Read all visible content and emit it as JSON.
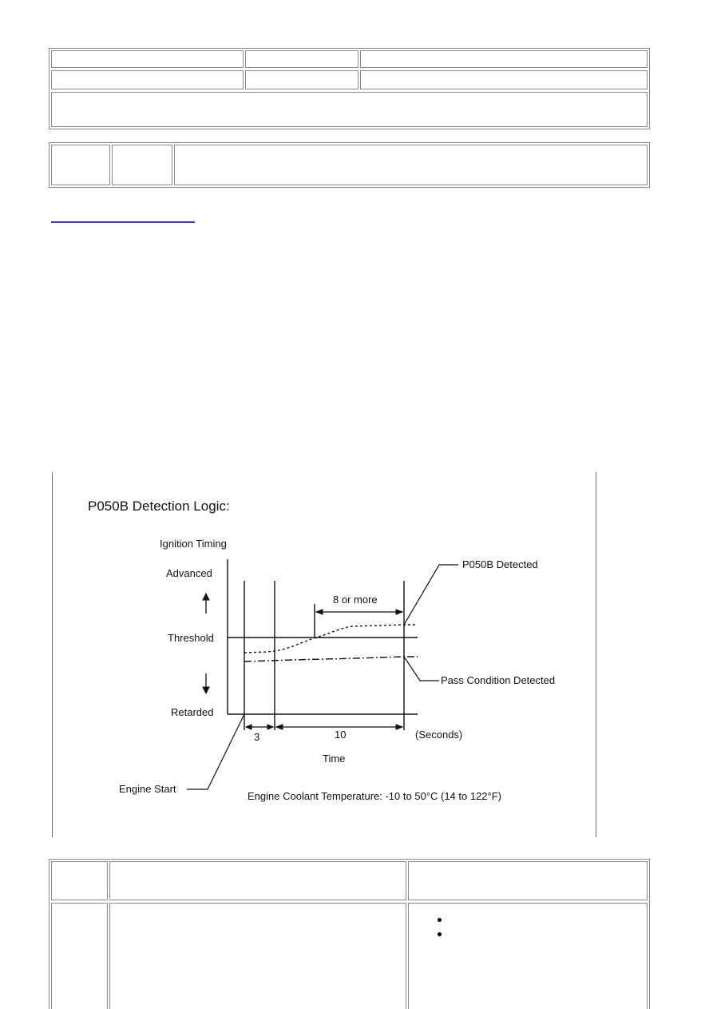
{
  "figure": {
    "title": "P050B Detection Logic:",
    "y_axis_label": "Ignition Timing",
    "levels": {
      "advanced": "Advanced",
      "threshold": "Threshold",
      "retarded": "Retarded"
    },
    "interval_a": "3",
    "interval_b": "10",
    "interval_c": "8 or more",
    "unit": "(Seconds)",
    "x_axis_label": "Time",
    "callout_detected": "P050B Detected",
    "callout_pass": "Pass Condition Detected",
    "callout_start": "Engine Start",
    "condition": "Engine Coolant Temperature: -10 to 50°C (14 to 122°F)"
  }
}
